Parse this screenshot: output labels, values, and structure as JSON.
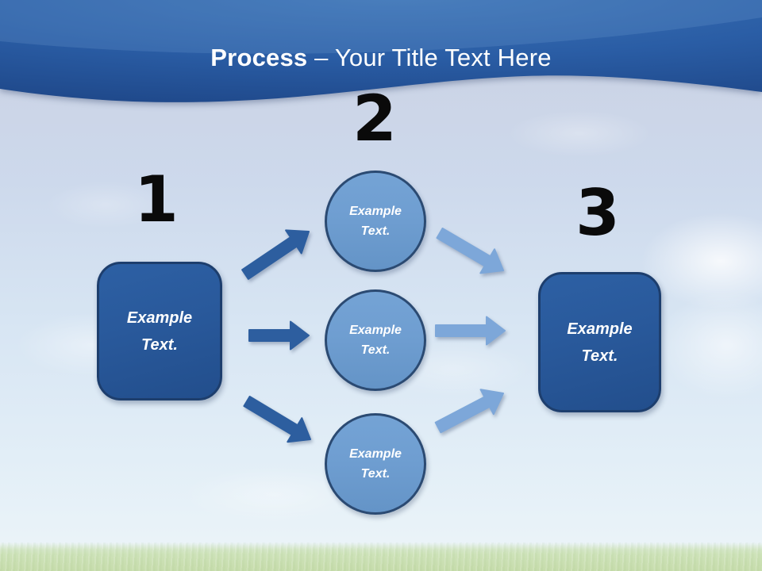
{
  "title": {
    "emphasis": "Process",
    "separator": " – ",
    "rest": "Your Title Text Here"
  },
  "diagram": {
    "step1": {
      "number": "1",
      "box": {
        "line1": "Example",
        "line2": "Text."
      }
    },
    "step2": {
      "number": "2",
      "circles": [
        {
          "line1": "Example",
          "line2": "Text."
        },
        {
          "line1": "Example",
          "line2": "Text."
        },
        {
          "line1": "Example",
          "line2": "Text."
        }
      ]
    },
    "step3": {
      "number": "3",
      "box": {
        "line1": "Example",
        "line2": "Text."
      }
    }
  },
  "colors": {
    "banner_top": "#3d74b6",
    "banner_mid": "#2a5da5",
    "banner_deep": "#1a3f7e",
    "box_fill": "#29599b",
    "box_border": "#1d3e6d",
    "circle_fill": "#6f9ed1",
    "circle_border": "#2b4a72",
    "arrow_dark": "#2d5e9f",
    "arrow_light": "#7da7d9",
    "title_text": "#ffffff",
    "number_text": "#0a0a0a",
    "sky_top": "#c9d1e1",
    "sky_bottom": "#ebf4f8",
    "grass_green": "#cde2b8"
  }
}
